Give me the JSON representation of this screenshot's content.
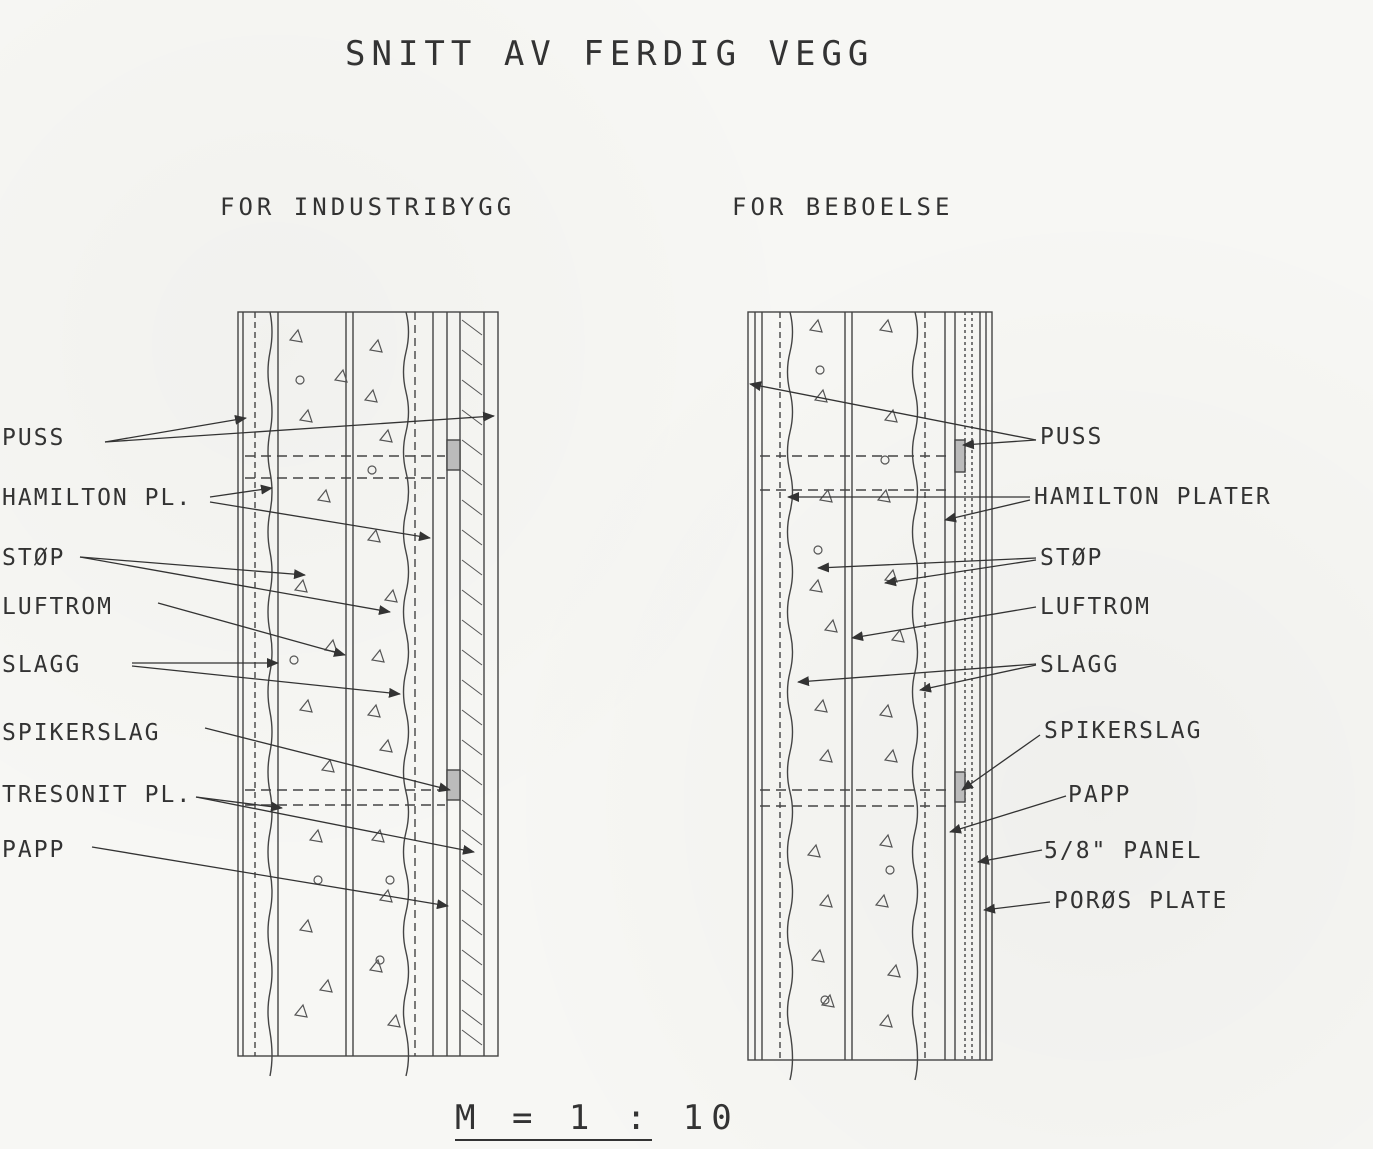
{
  "title": "SNITT  AV FERDIG VEGG",
  "left_section": {
    "heading": "FOR INDUSTRIBYGG",
    "labels": [
      "PUSS",
      "HAMILTON PL.",
      "STØP",
      "LUFTROM",
      "SLAGG",
      "SPIKERSLAG",
      "TRESONIT PL.",
      "PAPP"
    ]
  },
  "right_section": {
    "heading": "FOR BEBOELSE",
    "labels": [
      "PUSS",
      "HAMILTON PLATER",
      "STØP",
      "LUFTROM",
      "SLAGG",
      "SPIKERSLAG",
      "PAPP",
      "5/8\" PANEL",
      "PORØS PLATE"
    ]
  },
  "scale": "M = 1 : 10"
}
